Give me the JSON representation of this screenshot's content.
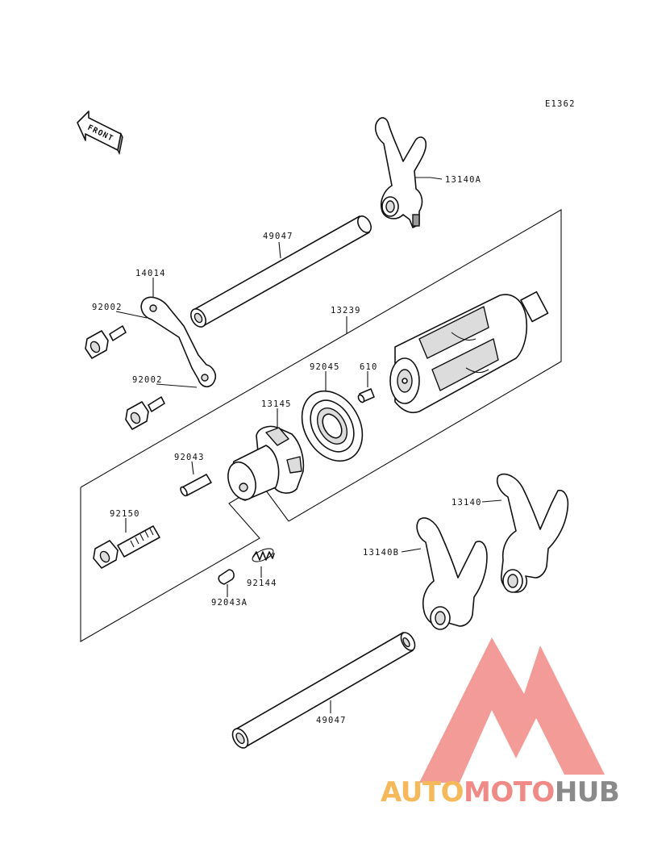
{
  "diagram_code": "E1362",
  "front_label": "FRONT",
  "parts": {
    "shift_fork_a": "13140A",
    "shaft_upper": "49047",
    "plate": "14014",
    "bolt_upper": "92002",
    "bolt_lower": "92002",
    "drum": "13239",
    "bearing": "92045",
    "pin_small": "610",
    "holder": "13145",
    "pin": "92043",
    "bolt_long": "92150",
    "spring": "92144",
    "pin_a": "92043A",
    "shift_fork": "13140",
    "shift_fork_b": "13140B",
    "shaft_lower": "49047"
  },
  "brand": {
    "part1": "AUTO",
    "part2": "MOTO",
    "part3": "HUB",
    "color1": "#f5b85a",
    "color2": "#f08a86",
    "color3": "#8a8a8a",
    "mark_color": "#f08a86"
  }
}
